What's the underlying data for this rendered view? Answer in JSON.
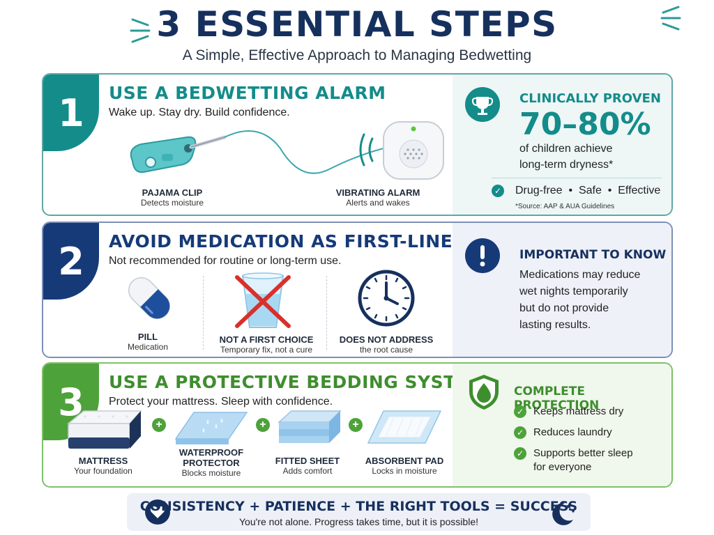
{
  "header": {
    "title": "3 ESSENTIAL STEPS",
    "subtitle": "A Simple, Effective Approach to Managing Bedwetting"
  },
  "step1": {
    "number": "1",
    "title": "USE A BEDWETTING ALARM",
    "subtitle": "Wake up. Stay dry. Build confidence.",
    "items": [
      {
        "label": "PAJAMA CLIP",
        "sub": "Detects moisture"
      },
      {
        "label": "VIBRATING ALARM",
        "sub": "Alerts and wakes"
      }
    ],
    "panel": {
      "title": "CLINICALLY PROVEN",
      "stat": "70–80%",
      "desc1": "of children achieve",
      "desc2": "long-term dryness*",
      "features": "Drug-free  •  Safe  •  Effective",
      "source": "*Source: AAP & AUA Guidelines"
    }
  },
  "step2": {
    "number": "2",
    "title": "AVOID MEDICATION AS FIRST-LINE",
    "subtitle": "Not recommended for routine or long-term use.",
    "items": [
      {
        "label": "PILL",
        "sub": "Medication"
      },
      {
        "label": "NOT A FIRST CHOICE",
        "sub": "Temporary fix, not a cure"
      },
      {
        "label": "DOES NOT ADDRESS",
        "sub": "the root cause"
      }
    ],
    "panel": {
      "title": "IMPORTANT TO KNOW",
      "lines": [
        "Medications may reduce",
        "wet nights temporarily",
        "but do not provide",
        "lasting results."
      ]
    }
  },
  "step3": {
    "number": "3",
    "title": "USE A PROTECTIVE BEDDING SYSTEM",
    "subtitle": "Protect your mattress. Sleep with confidence.",
    "items": [
      {
        "label": "MATTRESS",
        "label2": "",
        "sub": "Your foundation"
      },
      {
        "label": "WATERPROOF",
        "label2": "PROTECTOR",
        "sub": "Blocks moisture"
      },
      {
        "label": "FITTED SHEET",
        "label2": "",
        "sub": "Adds comfort"
      },
      {
        "label": "ABSORBENT PAD",
        "label2": "",
        "sub": "Locks in moisture"
      }
    ],
    "panel": {
      "title": "COMPLETE PROTECTION",
      "checks": [
        "Keeps mattress dry",
        "Reduces laundry",
        "Supports better sleep",
        "for everyone"
      ]
    }
  },
  "footer": {
    "title": "CONSISTENCY + PATIENCE + THE RIGHT TOOLS = SUCCESS",
    "subtitle": "You're not alone. Progress takes time, but it is possible!"
  },
  "colors": {
    "navy": "#16305e",
    "teal": "#138c8a",
    "blue": "#163a78",
    "green": "#4ea23a",
    "red": "#d9302c"
  }
}
